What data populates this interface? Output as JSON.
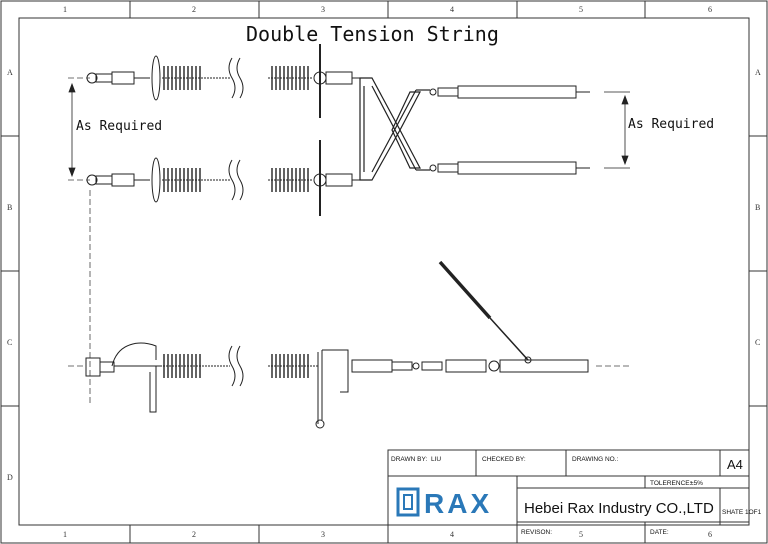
{
  "drawing": {
    "title": "Double Tension String",
    "dimension_label_left": "As Required",
    "dimension_label_right": "As Required"
  },
  "grid": {
    "columns": [
      "1",
      "2",
      "3",
      "4",
      "5",
      "6"
    ],
    "rows": [
      "A",
      "B",
      "C",
      "D"
    ]
  },
  "title_block": {
    "drawn_by_label": "DRAWN BY:",
    "drawn_by_value": "LIU",
    "checked_by_label": "CHECKED BY:",
    "drawing_no_label": "DRAWING NO.:",
    "size": "A4",
    "tolerance_label": "TOLERENCE:",
    "tolerance_value": "±5%",
    "company": "Hebei Rax Industry CO.,LTD",
    "sheet": "SHATE 1OF1",
    "revision_label": "REVISON:",
    "date_label": "DATE:",
    "logo_text": "RAX",
    "logo_color": "#2a78b8"
  }
}
